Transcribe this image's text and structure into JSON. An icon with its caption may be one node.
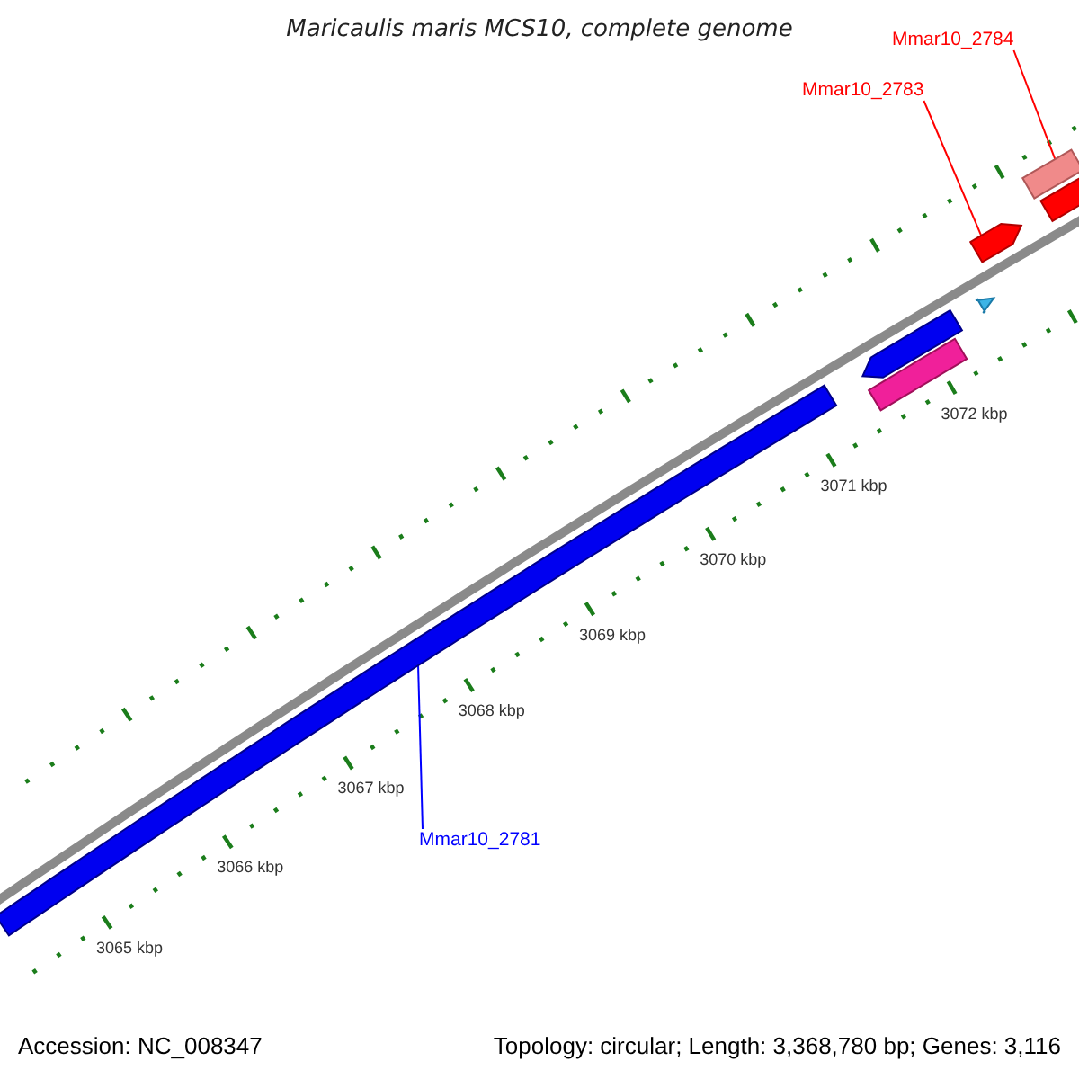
{
  "diagram": {
    "title": "Maricaulis maris MCS10, complete genome",
    "nodes": [
      {
        "text": [
          "Mmar10_2784"
        ]
      },
      {
        "text": [],
        "shape": "bar"
      },
      {
        "text": [
          "Mmar10_2783"
        ]
      },
      {
        "text": [],
        "shape": "bar"
      },
      {
        "text": [
          "Mmar10_2781"
        ]
      },
      {
        "text": [],
        "shape": "bar"
      }
    ],
    "edges": [
      {
        "from": 0,
        "to": 1,
        "arrow": "none",
        "color": "#ff0000"
      },
      {
        "from": 2,
        "to": 3,
        "arrow": "none",
        "color": "#ff0000"
      },
      {
        "from": 4,
        "to": 5,
        "arrow": "none",
        "color": "#0000ff"
      }
    ],
    "labels": [
      "3072 kbp",
      "3071 kbp",
      "3070 kbp",
      "3069 kbp",
      "3068 kbp",
      "3067 kbp",
      "3066 kbp",
      "3065 kbp",
      "Accession: NC_008347",
      "Topology: circular; Length: 3,368,780 bp; Genes: 3,116"
    ]
  }
}
